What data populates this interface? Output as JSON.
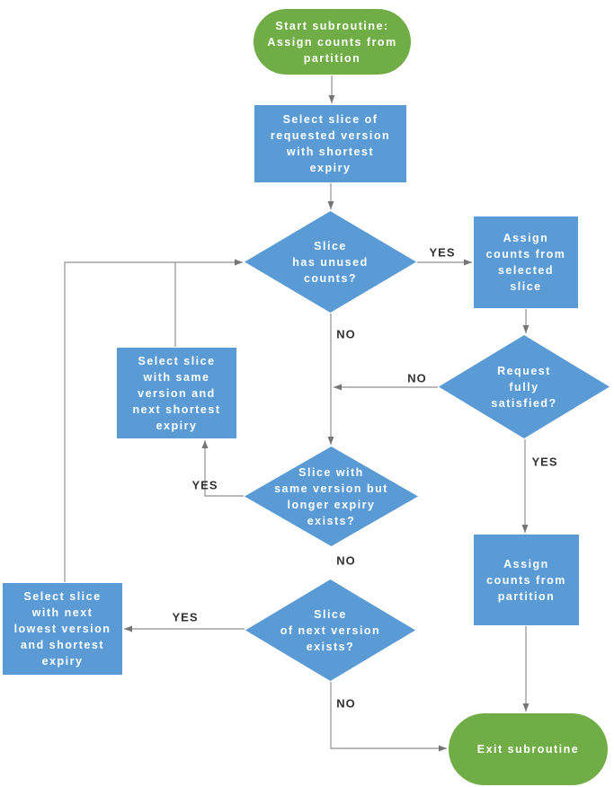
{
  "diagram": {
    "title": "Assign counts from partition subroutine flowchart",
    "colors": {
      "process_fill": "#5B9BD5",
      "terminator_fill": "#70AD47",
      "connector": "#8F8F8F",
      "arrowhead": "#757575",
      "edge_label_text": "#333333",
      "node_text": "#FFFFFF"
    },
    "nodes": {
      "start": {
        "type": "terminator",
        "lines": [
          "Start subroutine:",
          "Assign counts from",
          "partition"
        ]
      },
      "select_requested": {
        "type": "process",
        "lines": [
          "Select slice of",
          "requested version",
          "with shortest",
          "expiry"
        ]
      },
      "has_unused": {
        "type": "decision",
        "lines": [
          "Slice",
          "has unused",
          "counts?"
        ]
      },
      "assign_selected": {
        "type": "process",
        "lines": [
          "Assign",
          "counts from",
          "selected",
          "slice"
        ]
      },
      "request_satisfied": {
        "type": "decision",
        "lines": [
          "Request",
          "fully",
          "satisfied?"
        ]
      },
      "select_same_version": {
        "type": "process",
        "lines": [
          "Select slice",
          "with same",
          "version and",
          "next shortest",
          "expiry"
        ]
      },
      "longer_expiry": {
        "type": "decision",
        "lines": [
          "Slice with",
          "same version but",
          "longer expiry",
          "exists?"
        ]
      },
      "select_next_lowest": {
        "type": "process",
        "lines": [
          "Select slice",
          "with next",
          "lowest version",
          "and shortest",
          "expiry"
        ]
      },
      "next_version": {
        "type": "decision",
        "lines": [
          "Slice",
          "of next version",
          "exists?"
        ]
      },
      "assign_partition": {
        "type": "process",
        "lines": [
          "Assign",
          "counts from",
          "partition"
        ]
      },
      "exit": {
        "type": "terminator",
        "lines": [
          "Exit subroutine"
        ]
      }
    },
    "edge_labels": {
      "has_unused_yes": "YES",
      "has_unused_no": "NO",
      "request_satisfied_no": "NO",
      "request_satisfied_yes": "YES",
      "longer_expiry_yes": "YES",
      "longer_expiry_no": "NO",
      "next_version_yes": "YES",
      "next_version_no": "NO"
    }
  }
}
